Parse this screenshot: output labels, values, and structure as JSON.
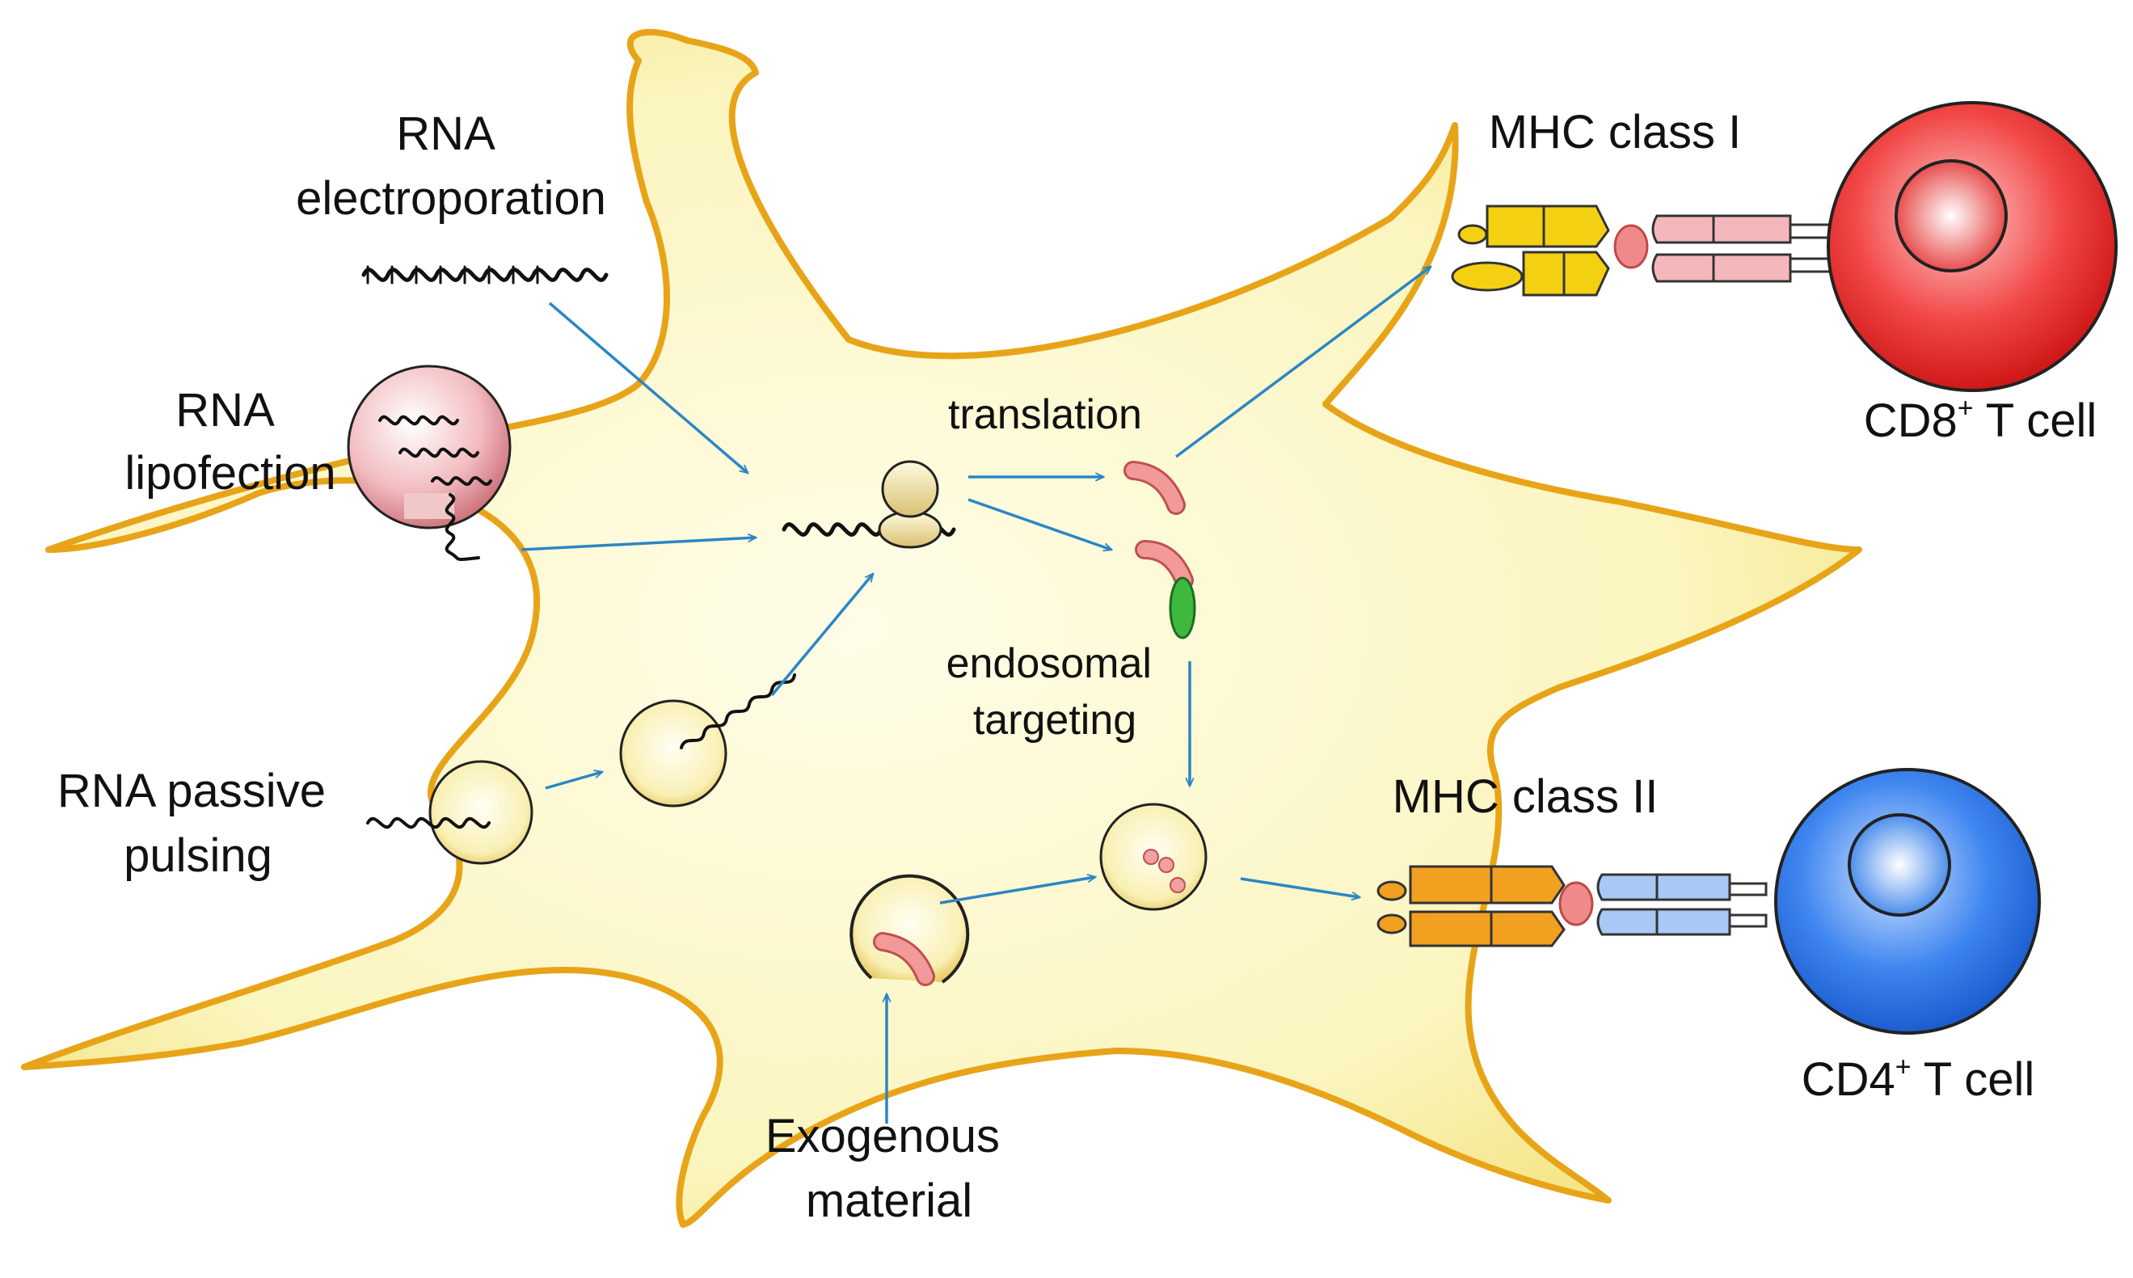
{
  "labels": {
    "rna_electroporation": [
      "RNA",
      "electroporation"
    ],
    "rna_lipofection": [
      "RNA",
      "lipofection"
    ],
    "rna_passive_pulsing": [
      "RNA passive",
      "pulsing"
    ],
    "translation": "translation",
    "endosomal_targeting": [
      "endosomal",
      "targeting"
    ],
    "exogenous_material": [
      "Exogenous",
      "material"
    ],
    "mhc_class_1": "MHC class I",
    "mhc_class_2": "MHC class II",
    "cd8": {
      "prefix": "CD8",
      "sup": "+",
      "suffix": " T cell"
    },
    "cd4": {
      "prefix": "CD4",
      "sup": "+",
      "suffix": " T cell"
    }
  },
  "colors": {
    "cell_fill": "#fbf6c2",
    "cell_edge": "#e8a418",
    "arrow": "#2b86c5",
    "cd8_cell": "#e61e1e",
    "cd4_cell": "#1e6ee6",
    "mhc1": "#f3d112",
    "mhc2": "#f2a020",
    "tcr_red": "#f0a0a8",
    "tcr_blue": "#a8c8f5",
    "peptide": "#f08a8a",
    "tag": "#3fb83f"
  }
}
